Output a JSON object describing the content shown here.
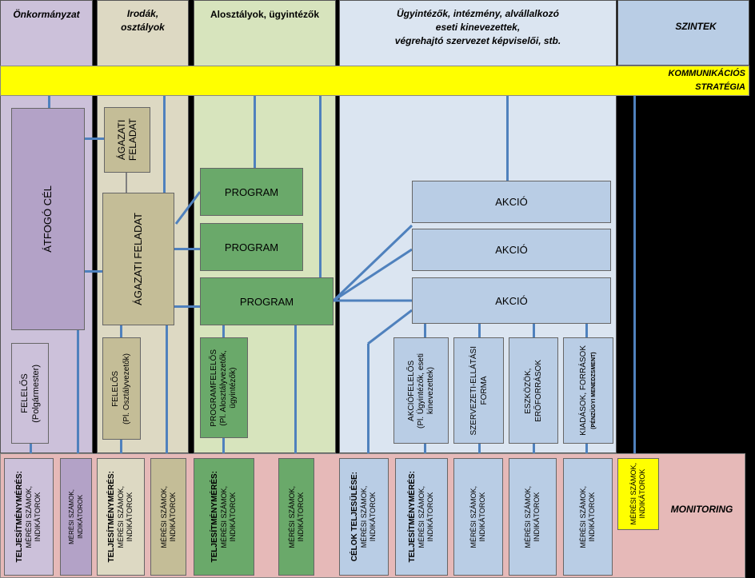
{
  "headers": {
    "onkormanyzat": "Önkormányzat",
    "irodak": "Irodák,\nosztályok",
    "alosztalyok": "Alosztályok, ügyintézők",
    "ugyintezok": "Ügyintézők, intézmény, alvállalkozó\neseti kinevezettek,\nvégrehajtó szervezet képviselői, stb.",
    "szintek": "SZINTEK"
  },
  "kommunikacio": "KOMMUNIKÁCIÓS\nSTRATÉGIA",
  "boxes": {
    "atfogo_cel": "ÁTFOGÓ CÉL",
    "agazati_feladat_small": "ÁGAZATI\nFELADAT",
    "agazati_feladat": "ÁGAZATI FELADAT",
    "program": "PROGRAM",
    "akcio": "AKCIÓ",
    "felelos_polgarmester": "FELELŐS\n(Polgármester)",
    "felelos_osztalyvezetok": "FELELŐS\n(Pl. Osztályvezetők)",
    "programfelelos": "PROGRAMFELELŐS\n(Pl. Alosztályvezetők,\nügyintézők)",
    "akciofelelos": "AKCIÓFELELŐS\n(Pl. Ügyintézők, eseti\nkinevezettek)",
    "szervezeti": "SZERVEZETI-ELLÁTÁSI\nFORMA",
    "eszkozok": "ESZKÖZÖK,\nERŐFORRÁSOK",
    "kiadasok": "KIADÁSOK, FORRÁSOK",
    "kiadasok_sub": "(PÉNZÜGYI MENEDZSMENT)"
  },
  "monitoring": {
    "label": "MONITORING",
    "teljesitmeny_bold": "TELJESÍTMÉNYMÉRÉS:",
    "meresi": "MÉRÉSI SZÁMOK,\nINDIKÁTOROK",
    "meresi_short": "MÉRÉSI SZÁMOK,\nINDIKÁTOROK",
    "celok_bold": "CÉLOK TELJESÜLÉSE:"
  },
  "colors": {
    "purple": "#b3a2c7",
    "tan": "#c4bd97",
    "green": "#6aa96a",
    "lightblue": "#b9cde5",
    "pink": "#e6b9b8",
    "yellow": "#ffff00",
    "connector": "#4f81bd"
  }
}
